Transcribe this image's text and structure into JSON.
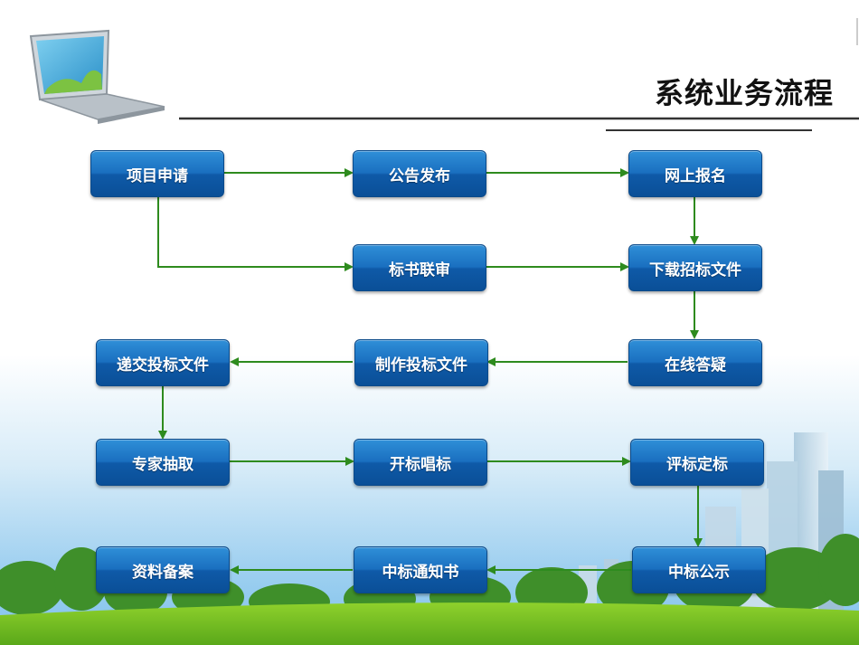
{
  "page": {
    "title": "系统业务流程"
  },
  "nodes": {
    "n1": "项目申请",
    "n2": "公告发布",
    "n3": "网上报名",
    "n4": "标书联审",
    "n5": "下载招标文件",
    "n6": "递交投标文件",
    "n7": "制作投标文件",
    "n8": "在线答疑",
    "n9": "专家抽取",
    "n10": "开标唱标",
    "n11": "评标定标",
    "n12": "资料备案",
    "n13": "中标通知书",
    "n14": "中标公示"
  },
  "colors": {
    "node": "#1a6fc0",
    "arrow": "#2e8b1e",
    "rule": "#333333"
  }
}
